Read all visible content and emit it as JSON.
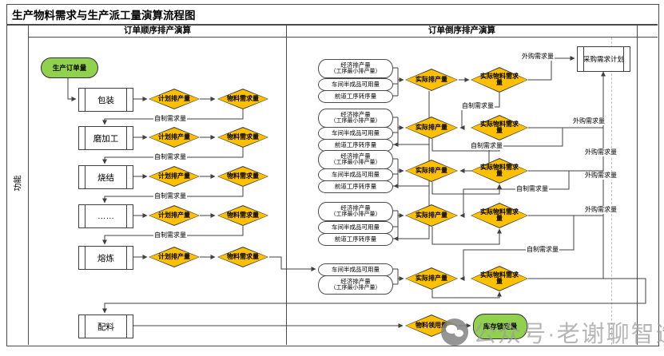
{
  "title": "生产物料需求与生产派工量演算流程图",
  "lane_label": "功能",
  "column_headers": {
    "left": "订单顺序排产演算",
    "right": "订单倒序排产演算"
  },
  "labels": {
    "start": "生产订单量",
    "plan_qty": "计划排产量",
    "material_qty": "物料需求量",
    "actual_plan_qty": "实际排产量",
    "actual_material_qty": "实际物料需求量",
    "self_demand": "自制需求量",
    "outsource_demand": "外购需求量",
    "purchase_plan": "采购需求计划",
    "material_use_qty": "物料领用量",
    "stock_lock_qty": "库存锁定量"
  },
  "stages": [
    {
      "name": "包装"
    },
    {
      "name": "磨加工"
    },
    {
      "name": "烧结"
    },
    {
      "name": "……"
    },
    {
      "name": "熔炼"
    },
    {
      "name": "配料"
    }
  ],
  "cylinders": {
    "economic_line1": "经济排产量",
    "economic_line2": "（工序最小排产量）",
    "wip": "车间半成品可用量",
    "transfer": "前道工序转序量"
  },
  "watermark": {
    "text": "公众号·老谢聊智造"
  },
  "colors": {
    "terminal_green": "#92D050",
    "diamond_yellow": "#FFC000",
    "line": "#404040"
  }
}
